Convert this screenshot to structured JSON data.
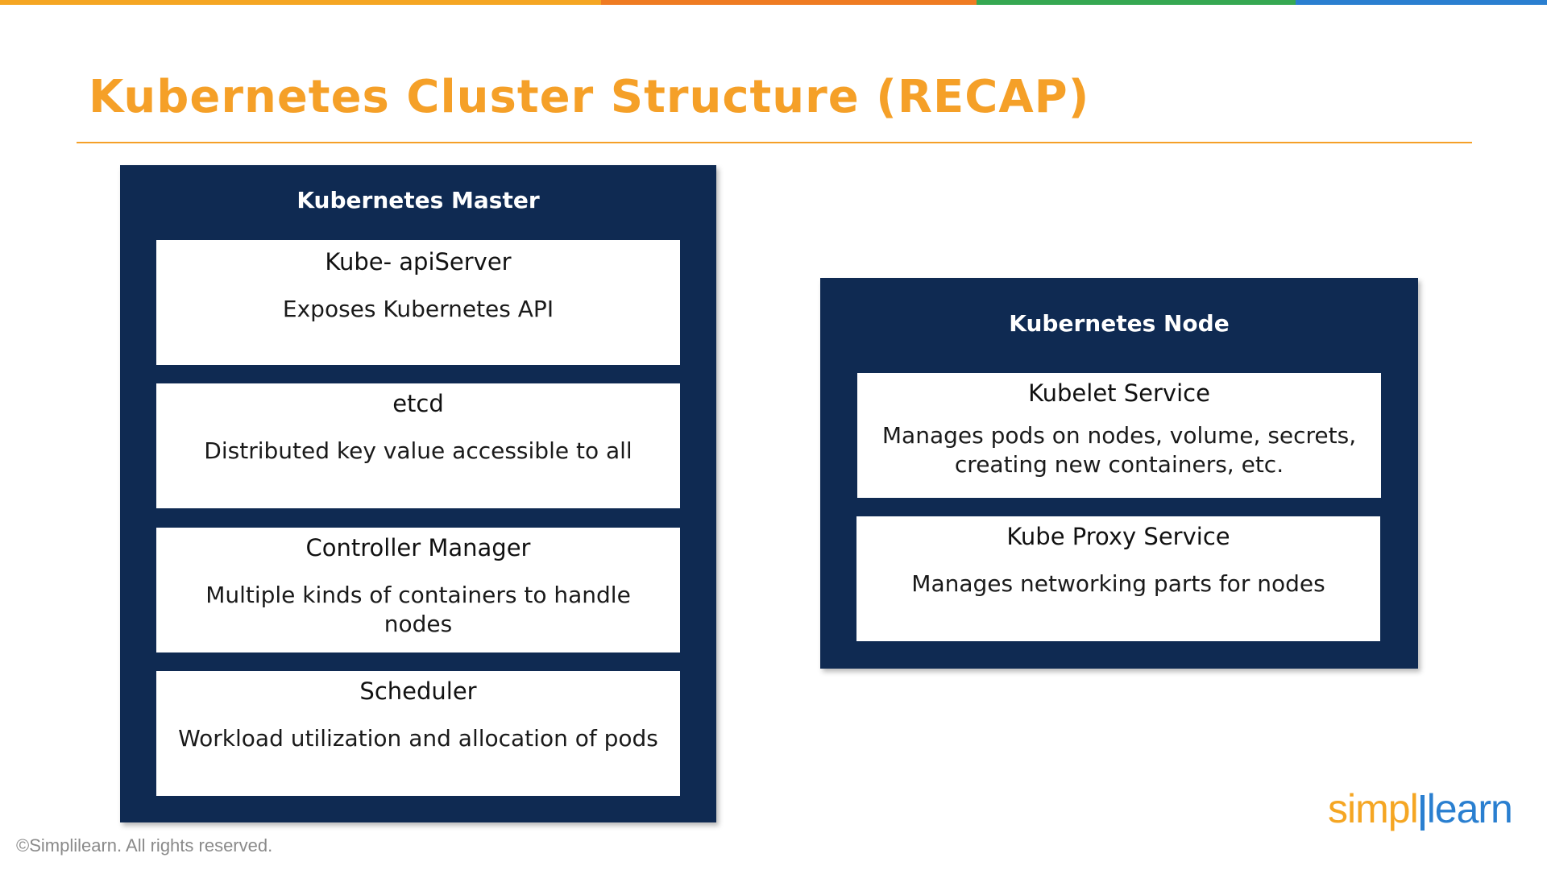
{
  "colors": {
    "accent": "#f5a028",
    "panel": "#0f2a52",
    "topbar": [
      "#f5a623",
      "#ef7b22",
      "#36a852",
      "#2a7fd0"
    ]
  },
  "title": "Kubernetes Cluster Structure (RECAP)",
  "master": {
    "title": "Kubernetes Master",
    "cards": [
      {
        "heading": "Kube- apiServer",
        "desc": "Exposes Kubernetes API"
      },
      {
        "heading": "etcd",
        "desc": "Distributed key value accessible to all"
      },
      {
        "heading": "Controller Manager",
        "desc": "Multiple kinds of containers to handle nodes"
      },
      {
        "heading": "Scheduler",
        "desc": "Workload utilization and allocation of pods"
      }
    ]
  },
  "node": {
    "title": "Kubernetes Node",
    "cards": [
      {
        "heading": "Kubelet Service",
        "desc": "Manages pods on nodes, volume, secrets, creating new containers, etc."
      },
      {
        "heading": "Kube Proxy Service",
        "desc": "Manages networking parts for nodes"
      }
    ]
  },
  "footer": "©Simplilearn. All rights reserved.",
  "logo": {
    "part1": "simpl",
    "part2": "learn"
  }
}
